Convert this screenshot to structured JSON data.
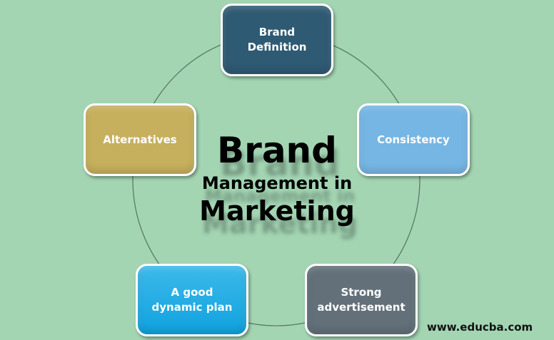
{
  "diagram": {
    "title": {
      "line1": "Brand",
      "line2": "Management in",
      "line3": "Marketing"
    },
    "nodes": [
      {
        "id": "brand-definition",
        "label": "Brand\nDefinition",
        "color": "#2f5a73"
      },
      {
        "id": "consistency",
        "label": "Consistency",
        "color": "#76b6e4"
      },
      {
        "id": "strong-advertisement",
        "label": "Strong\nadvertisement",
        "color": "#637079"
      },
      {
        "id": "good-dynamic-plan",
        "label": "A good\ndynamic plan",
        "color": "#1fa9e4"
      },
      {
        "id": "alternatives",
        "label": "Alternatives",
        "color": "#c6b05d"
      }
    ],
    "layout": "cycle",
    "background": "#a3d5b3",
    "ring_color": "#5c7a66"
  },
  "footer": {
    "watermark": "www.educba.com"
  }
}
